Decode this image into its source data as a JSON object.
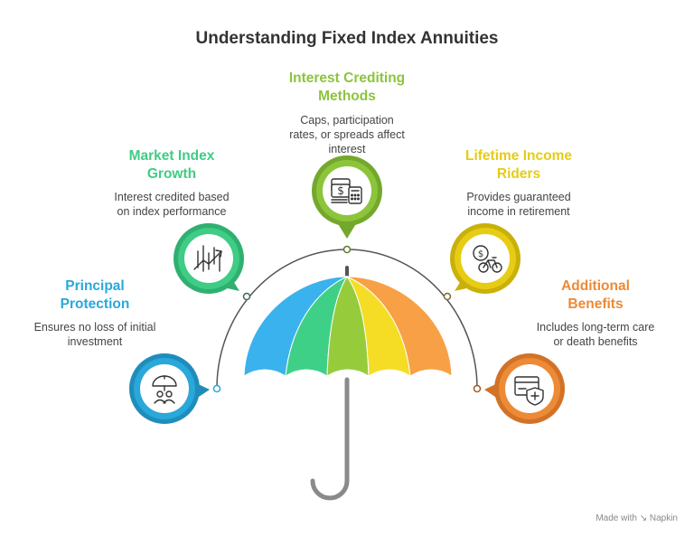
{
  "title": "Understanding Fixed Index Annuities",
  "items": [
    {
      "heading_lines": [
        "Principal",
        "Protection"
      ],
      "description_lines": [
        "Ensures no loss of initial",
        "investment"
      ],
      "color": "#29a8d9",
      "icon": "umbrella-people-icon"
    },
    {
      "heading_lines": [
        "Market Index",
        "Growth"
      ],
      "description_lines": [
        "Interest credited based",
        "on index performance"
      ],
      "color": "#3fcc84",
      "icon": "market-chart-icon"
    },
    {
      "heading_lines": [
        "Interest Crediting",
        "Methods"
      ],
      "description_lines": [
        "Caps, participation",
        "rates, or spreads affect",
        "interest"
      ],
      "color": "#8cc43c",
      "icon": "money-calculator-icon"
    },
    {
      "heading_lines": [
        "Lifetime Income",
        "Riders"
      ],
      "description_lines": [
        "Provides guaranteed",
        "income in retirement"
      ],
      "color": "#e6cc14",
      "icon": "coin-bicycle-icon"
    },
    {
      "heading_lines": [
        "Additional",
        "Benefits"
      ],
      "description_lines": [
        "Includes long-term care",
        "or death benefits"
      ],
      "color": "#ec8a36",
      "icon": "card-shield-icon"
    }
  ],
  "umbrella_panel_colors": [
    "#3ab2ee",
    "#3fd088",
    "#96cc3c",
    "#f5dd26",
    "#f8a046"
  ],
  "footer": {
    "prefix": "Made with",
    "brand": "Napkin"
  }
}
